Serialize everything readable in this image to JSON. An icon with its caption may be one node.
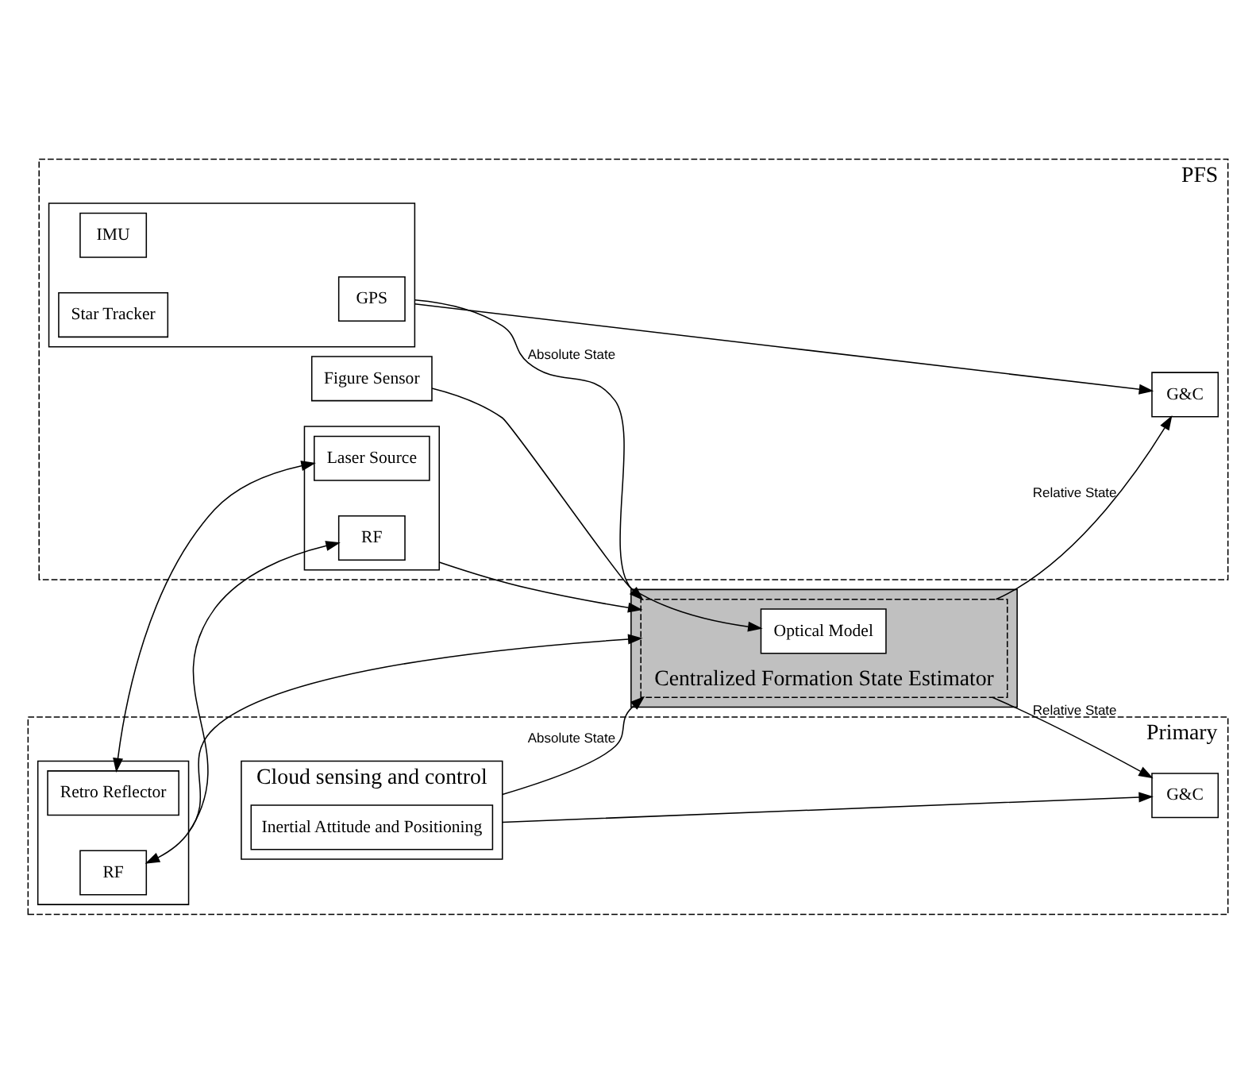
{
  "diagram": {
    "nodes": [
      {
        "text": [
          "Primary"
        ]
      },
      {
        "text": [
          "Cloud sensing and control"
        ],
        "in": 0
      },
      {
        "text": [
          "Inertial Attitude and Positioning"
        ],
        "in": 1
      },
      {
        "text": [
          "G&C"
        ],
        "in": 0
      },
      {
        "text": [],
        "shape": "box",
        "in": 0
      },
      {
        "text": [
          "RF"
        ],
        "in": 4
      },
      {
        "text": [
          "Retro Reflector"
        ],
        "in": 4
      },
      {
        "text": [
          "PFS"
        ]
      },
      {
        "text": [],
        "shape": "box",
        "in": 7
      },
      {
        "text": [
          "RF"
        ],
        "in": 8
      },
      {
        "text": [
          "Laser Source"
        ],
        "in": 8
      },
      {
        "text": [
          "Figure Sensor"
        ],
        "in": 7
      },
      {
        "text": [],
        "shape": "box",
        "in": 7
      },
      {
        "text": [
          "GPS"
        ],
        "in": 12
      },
      {
        "text": [
          "IMU"
        ],
        "in": 12
      },
      {
        "text": [
          "Star Tracker"
        ],
        "in": 12
      },
      {
        "text": [
          "G&C"
        ],
        "in": 7
      },
      {
        "text": [],
        "shape": "box"
      },
      {
        "text": [
          "Centralized Formation State Estimator"
        ],
        "in": 17
      },
      {
        "text": [
          "Optical Model"
        ],
        "in": 18
      }
    ],
    "edges": [
      {
        "from": 1,
        "to": 18,
        "arrow": "to",
        "label": "Absolute State"
      },
      {
        "from": 1,
        "to": 3,
        "arrow": "to"
      },
      {
        "from": 18,
        "to": 3,
        "arrow": "to",
        "label": "Relative State"
      },
      {
        "from": 4,
        "to": 18,
        "arrow": "to"
      },
      {
        "from": 5,
        "to": 9,
        "arrow": "both"
      },
      {
        "from": 6,
        "to": 10,
        "arrow": "both"
      },
      {
        "from": 8,
        "to": 18,
        "arrow": "to"
      },
      {
        "from": 11,
        "to": 19,
        "arrow": "to"
      },
      {
        "from": 18,
        "to": 16,
        "arrow": "to",
        "label": "Relative State"
      },
      {
        "from": 12,
        "to": 16,
        "arrow": "to"
      },
      {
        "from": 12,
        "to": 18,
        "arrow": "to",
        "label": "Absolute State"
      }
    ]
  }
}
